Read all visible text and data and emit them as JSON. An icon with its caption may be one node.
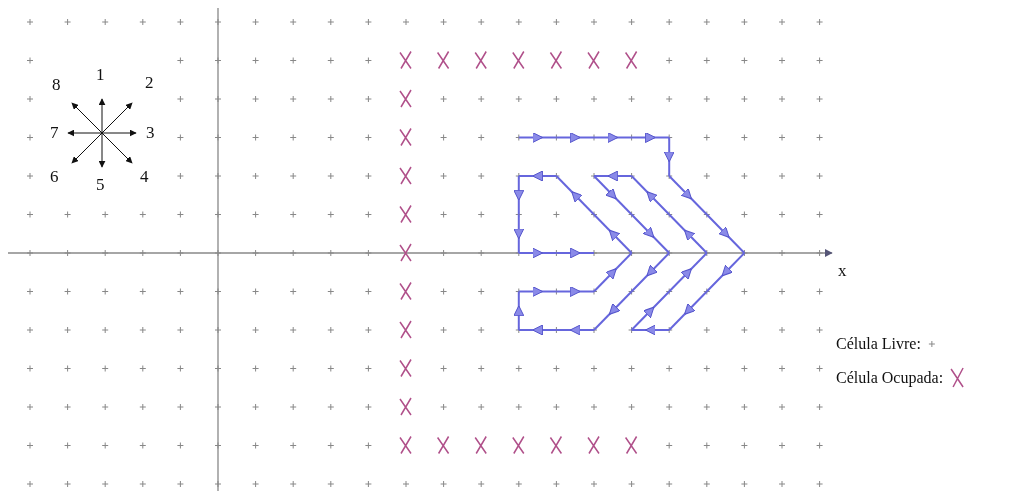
{
  "diagram": {
    "labels": [
      "8",
      "1",
      "2",
      "7",
      "3",
      "6",
      "5",
      "4",
      "x"
    ],
    "legend": [
      {
        "text": "Célula Livre:"
      },
      {
        "text": "Célula Ocupada:"
      }
    ]
  }
}
